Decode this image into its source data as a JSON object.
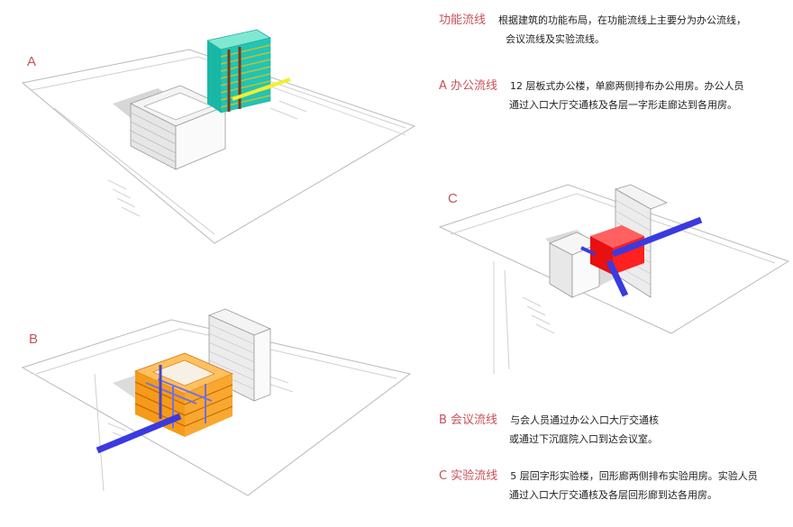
{
  "panels": {
    "a_label": "A",
    "b_label": "B",
    "c_label": "C"
  },
  "intro": {
    "heading": "功能流线",
    "line1": "根据建筑的功能布局，在功能流线上主要分为办公流线，",
    "line2": "会议流线及实验流线。"
  },
  "flows": {
    "a": {
      "heading": "A 办公流线",
      "line1": "12 层板式办公楼，单廊两侧排布办公用房。办公人员",
      "line2": "通过入口大厅交通核及各层一字形走廊达到各用房。"
    },
    "b": {
      "heading": "B 会议流线",
      "line1": "与会人员通过办公入口大厅交通核",
      "line2": "或通过下沉庭院入口到达会议室。"
    },
    "c": {
      "heading": "C 实验流线",
      "line1": "5 层回字形实验楼，回形廊两侧排布实验用房。实验人员",
      "line2": "通过入口大厅交通核及各层回形廊到达各用房。"
    }
  },
  "colors": {
    "label_red": "#c8505a",
    "office_teal": "#19b8a6",
    "office_yellow": "#f5ee2a",
    "lab_orange": "#f59a1a",
    "meeting_red": "#ff2020",
    "flow_blue": "#3a3ae0"
  }
}
